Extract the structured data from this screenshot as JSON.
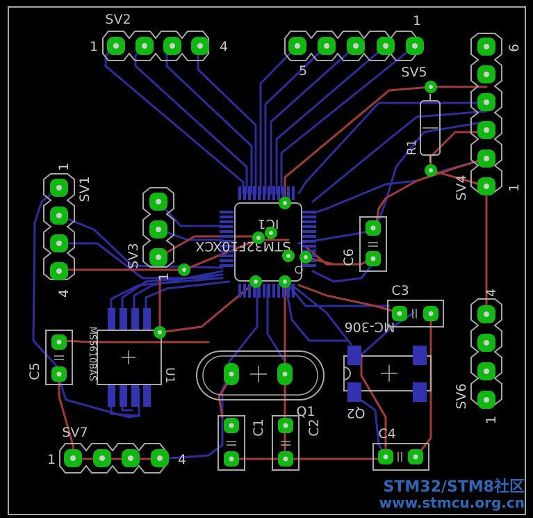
{
  "colors": {
    "background": "#000000",
    "outline": "#a8a8a8",
    "silk": "#c8c8c8",
    "trace_bottom": "#2d2d9e",
    "trace_top": "#a33a3a",
    "pad": "#12b812",
    "hole": "#cfcfcf",
    "smd": "#3333b0",
    "watermark": "#2f68b8"
  },
  "labels": {
    "sv2": "SV2",
    "sv2_pin_first": "1",
    "sv2_pin_last": "4",
    "sv5": "SV5",
    "sv5_pin_first": "1",
    "sv5_pin_last": "5",
    "sv4": "SV4",
    "sv4_pin_first": "1",
    "sv4_pin_last": "6",
    "sv1": "SV1",
    "sv1_pin_first": "1",
    "sv1_pin_last": "4",
    "sv3": "SV3",
    "sv3_pin_first": "1",
    "sv6": "SV6",
    "sv6_pin_first": "1",
    "sv6_pin_last": "4",
    "sv7": "SV7",
    "sv7_pin_first": "1",
    "sv7_pin_last": "4",
    "r1": "R1",
    "ic1": "IC1",
    "ic1_value": "STM32F10XCX",
    "c1": "C1",
    "c2": "C2",
    "c3": "C3",
    "c4": "C4",
    "c5": "C5",
    "c6": "C6",
    "q1": "Q1",
    "q2": "Q2",
    "q2_value": "MC-306",
    "u1": "U1",
    "u1_value": "MS5610BAS",
    "watermark_line1": "STM32/STM8社区",
    "watermark_line2": "www.stmcu.org.cn"
  }
}
